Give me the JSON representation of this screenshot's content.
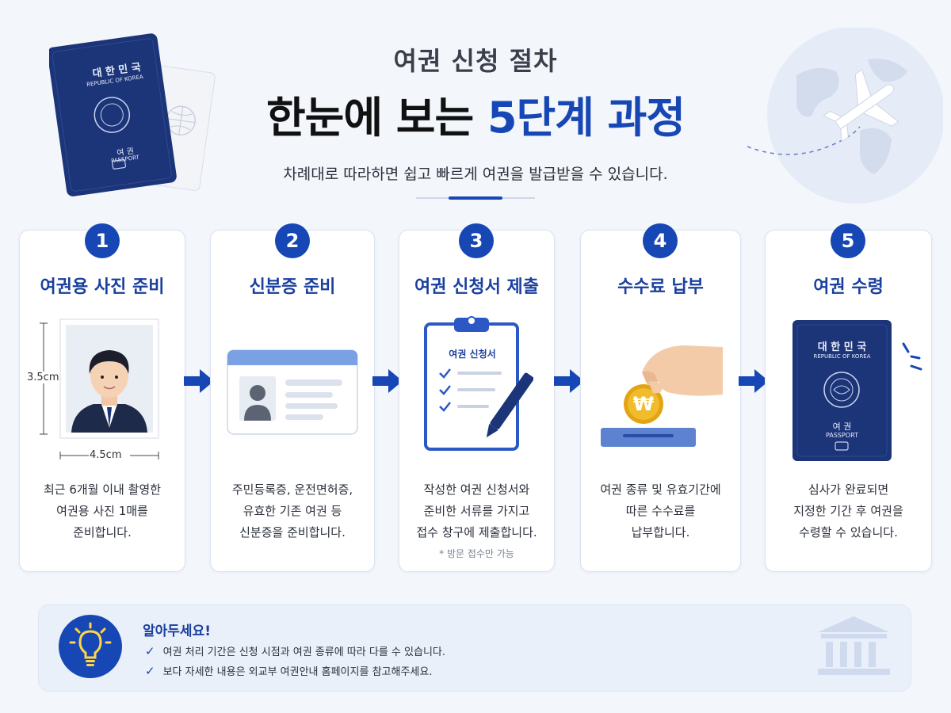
{
  "header": {
    "eyebrow": "여권 신청 절차",
    "title_main": "한눈에 보는 ",
    "title_highlight": "5단계 과정",
    "description": "차례대로 따라하면 쉽고 빠르게 여권을 발급받을 수 있습니다."
  },
  "passport": {
    "country_ko": "대 한 민 국",
    "country_en": "REPUBLIC OF KOREA",
    "label_ko": "여 권",
    "label_en": "PASSPORT"
  },
  "steps": [
    {
      "number": "1",
      "title": "여권용 사진 준비",
      "desc": [
        "최근 6개월 이내 촬영한",
        "여권용 사진 1매를",
        "준비합니다."
      ],
      "height_label": "3.5cm",
      "width_label": "4.5cm"
    },
    {
      "number": "2",
      "title": "신분증 준비",
      "desc": [
        "주민등록증, 운전면허증,",
        "유효한 기존 여권 등",
        "신분증을 준비합니다."
      ]
    },
    {
      "number": "3",
      "title": "여권 신청서 제출",
      "desc": [
        "작성한 여권 신청서와",
        "준비한 서류를 가지고",
        "접수 창구에 제출합니다."
      ],
      "form_label": "여권 신청서",
      "note": "* 방문 접수만 가능"
    },
    {
      "number": "4",
      "title": "수수료 납부",
      "desc": [
        "여권 종류 및 유효기간에",
        "따른 수수료를",
        "납부합니다."
      ],
      "coin_symbol": "₩"
    },
    {
      "number": "5",
      "title": "여권 수령",
      "desc": [
        "심사가 완료되면",
        "지정한 기간 후 여권을",
        "수령할 수 있습니다."
      ]
    }
  ],
  "info": {
    "title": "알아두세요!",
    "items": [
      "여권 처리 기간은 신청 시점과 여권 종류에 따라 다를 수 있습니다.",
      "보다 자세한 내용은 외교부 여권안내 홈페이지를 참고해주세요."
    ]
  },
  "colors": {
    "primary": "#1747b5",
    "passport_navy": "#1c3478",
    "background": "#f3f6fb"
  }
}
